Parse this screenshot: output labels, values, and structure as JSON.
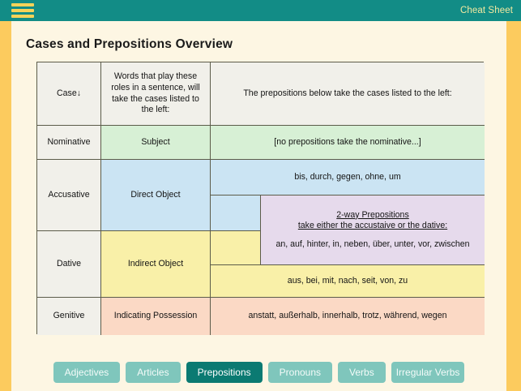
{
  "appbar": {
    "menu_icon": "hamburger-menu-icon",
    "right_label": "Cheat Sheet"
  },
  "page": {
    "title": "Cases and Prepositions Overview"
  },
  "table": {
    "headers": {
      "case": "Case↓",
      "roles": "Words that play these roles in a sentence, will take the cases listed to the left:",
      "prepositions": "The prepositions below take the cases listed to the left:"
    },
    "rows": {
      "nominative": {
        "case": "Nominative",
        "role": "Subject",
        "prepositions": "[no prepositions take the nominative...]"
      },
      "accusative": {
        "case": "Accusative",
        "role": "Direct Object",
        "prepositions": "bis, durch, gegen, ohne, um"
      },
      "twoway": {
        "title": "2-way Prepositions",
        "subtitle": "take either the accustaive or the dative:",
        "list": "an, auf, hinter, in, neben, über, unter, vor, zwischen"
      },
      "dative": {
        "case": "Dative",
        "role": "Indirect Object",
        "prepositions": "aus, bei, mit, nach, seit, von, zu"
      },
      "genitive": {
        "case": "Genitive",
        "role": "Indicating Possession",
        "prepositions": "anstatt, außerhalb, innerhalb, trotz, während, wegen"
      }
    }
  },
  "tabs": [
    {
      "label": "Adjectives",
      "active": false
    },
    {
      "label": "Articles",
      "active": false
    },
    {
      "label": "Prepositions",
      "active": true
    },
    {
      "label": "Pronouns",
      "active": false
    },
    {
      "label": "Verbs",
      "active": false
    },
    {
      "label": "Irregular Verbs",
      "active": false
    }
  ],
  "colors": {
    "appbar": "#128C86",
    "accent_yellow": "#FCCB5E",
    "page_bg": "#FDF6E3",
    "tab_inactive": "#7FC6BC",
    "tab_active": "#0B7A72",
    "nominative": "#D7F0D5",
    "accusative": "#CBE4F3",
    "dative": "#F9F0A8",
    "twoway": "#E6DAEC",
    "genitive": "#FBD9C5"
  }
}
